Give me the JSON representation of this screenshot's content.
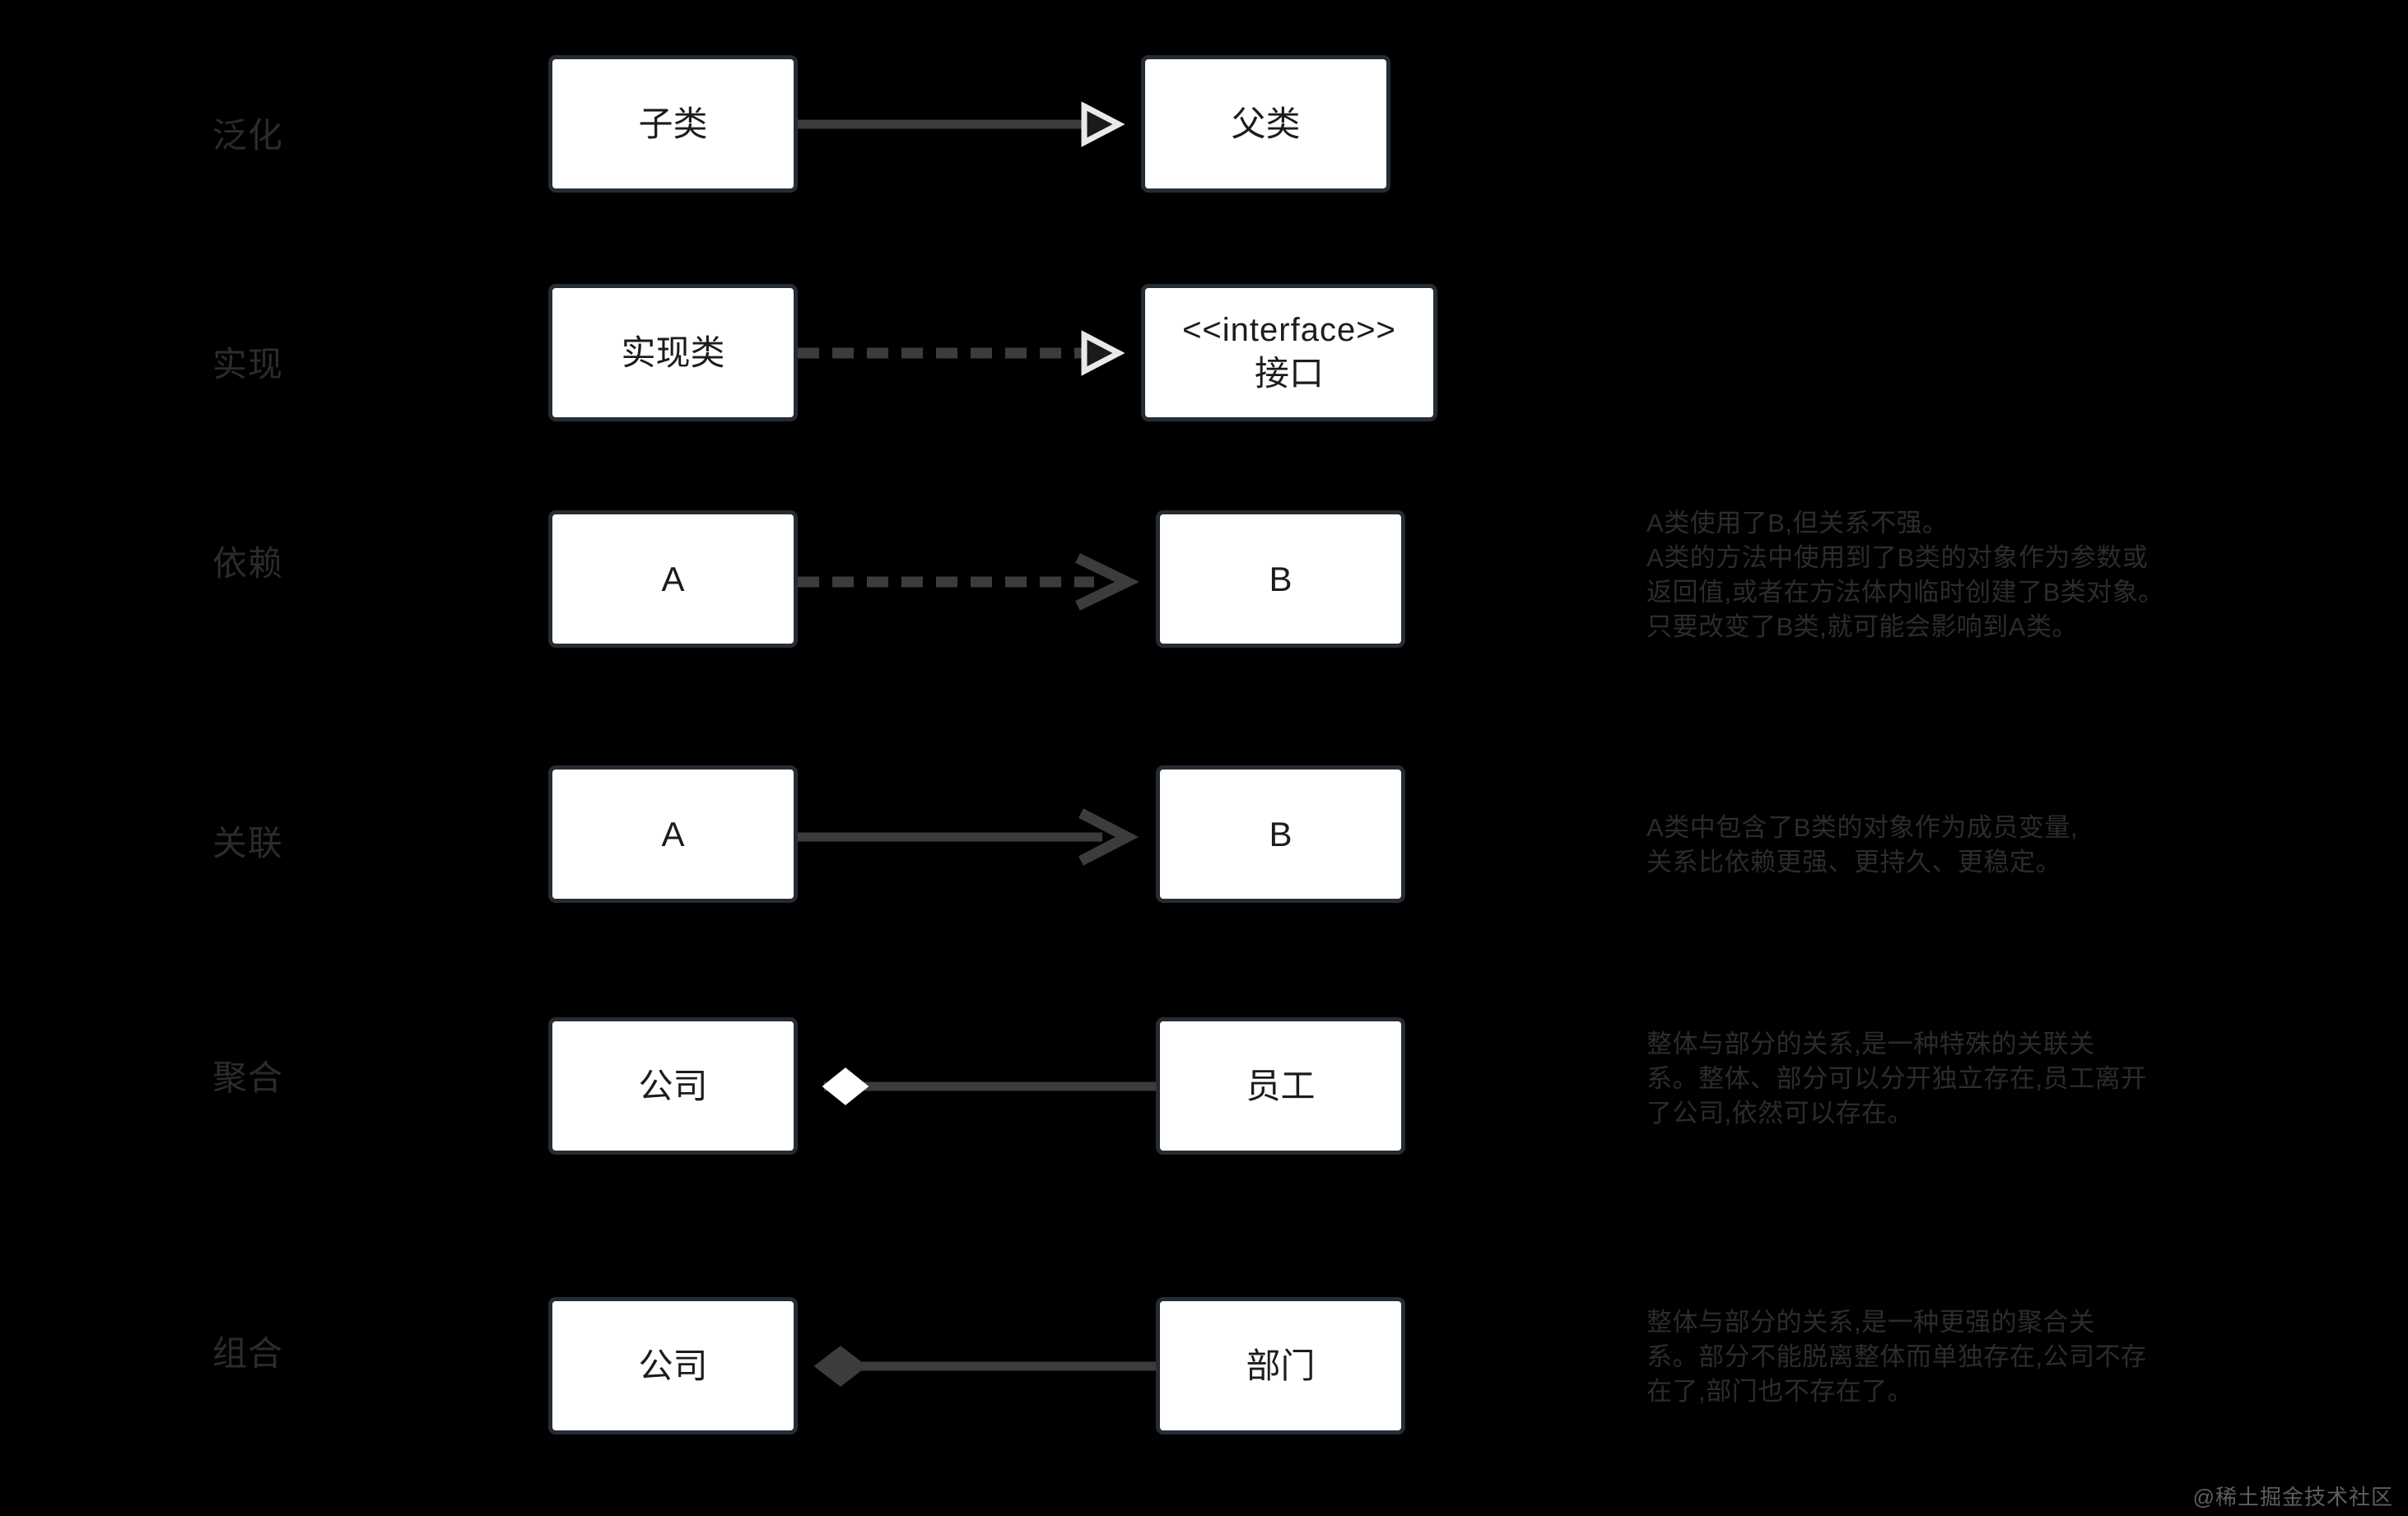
{
  "meta": {
    "title": "UML 类图关系示意图",
    "background_color": "#000000",
    "node_fill": "#ffffff",
    "node_border": "#252c34",
    "connector_color": "#3c3c3c",
    "label_color": "#2b2b2b",
    "watermark": "@稀土掘金技术社区"
  },
  "rows": [
    {
      "id": "generalization",
      "label": "泛化",
      "source": {
        "name": "子类"
      },
      "target": {
        "name": "父类"
      },
      "line_style": "solid",
      "arrow_head": "hollow-triangle",
      "tail_marker": "none",
      "description": ""
    },
    {
      "id": "realization",
      "label": "实现",
      "source": {
        "name": "实现类"
      },
      "target": {
        "stereotype": "<<interface>>",
        "name": "接口"
      },
      "line_style": "dashed",
      "arrow_head": "hollow-triangle",
      "tail_marker": "none",
      "description": ""
    },
    {
      "id": "dependency",
      "label": "依赖",
      "source": {
        "name": "A"
      },
      "target": {
        "name": "B"
      },
      "line_style": "dashed",
      "arrow_head": "open-arrow",
      "tail_marker": "none",
      "description": "A类使用了B,但关系不强。\nA类的方法中使用到了B类的对象作为参数或\n返回值,或者在方法体内临时创建了B类对象。\n只要改变了B类,就可能会影响到A类。"
    },
    {
      "id": "association",
      "label": "关联",
      "source": {
        "name": "A"
      },
      "target": {
        "name": "B"
      },
      "line_style": "solid",
      "arrow_head": "open-arrow",
      "tail_marker": "none",
      "description": "A类中包含了B类的对象作为成员变量,\n关系比依赖更强、更持久、更稳定。"
    },
    {
      "id": "aggregation",
      "label": "聚合",
      "source": {
        "name": "公司"
      },
      "target": {
        "name": "员工"
      },
      "line_style": "solid",
      "arrow_head": "none",
      "tail_marker": "hollow-diamond",
      "description": "整体与部分的关系,是一种特殊的关联关\n系。整体、部分可以分开独立存在,员工离开\n了公司,依然可以存在。"
    },
    {
      "id": "composition",
      "label": "组合",
      "source": {
        "name": "公司"
      },
      "target": {
        "name": "部门"
      },
      "line_style": "solid",
      "arrow_head": "none",
      "tail_marker": "filled-diamond",
      "description": "整体与部分的关系,是一种更强的聚合关\n系。部分不能脱离整体而单独存在,公司不存\n在了,部门也不存在了。"
    }
  ]
}
